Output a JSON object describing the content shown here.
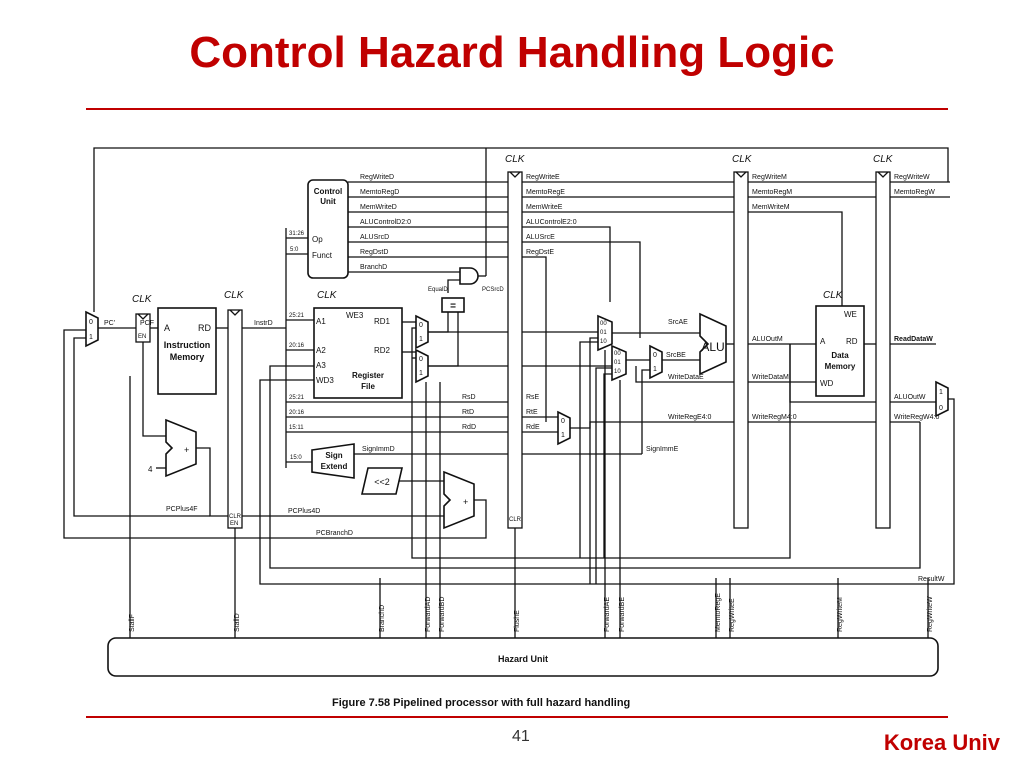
{
  "slide": {
    "title": "Control Hazard Handling Logic",
    "page_number": "41",
    "footer": "Korea Univ"
  },
  "figure": {
    "caption": "Figure 7.58 Pipelined processor with full hazard handling",
    "clk": "CLK",
    "blocks": {
      "control_unit": "Control Unit",
      "instr_mem_line1": "Instruction",
      "instr_mem_line2": "Memory",
      "reg_file_line1": "Register",
      "reg_file_line2": "File",
      "data_mem_line1": "Data",
      "data_mem_line2": "Memory",
      "sign_ext_line1": "Sign",
      "sign_ext_line2": "Extend",
      "alu": "ALU",
      "hazard_unit": "Hazard Unit",
      "shift": "<<2",
      "equal": "="
    },
    "ports": {
      "a": "A",
      "rd": "RD",
      "a1": "A1",
      "a2": "A2",
      "a3": "A3",
      "wd3": "WD3",
      "rd1": "RD1",
      "rd2": "RD2",
      "we3": "WE3",
      "we": "WE",
      "wd": "WD",
      "op": "Op",
      "funct": "Funct",
      "en": "EN",
      "clr": "CLR",
      "four": "4"
    },
    "control_d": [
      "RegWriteD",
      "MemtoRegD",
      "MemWriteD",
      "ALUControlD2:0",
      "ALUSrcD",
      "RegDstD",
      "BranchD"
    ],
    "control_e": [
      "RegWriteE",
      "MemtoRegE",
      "MemWriteE",
      "ALUControlE2:0",
      "ALUSrcE",
      "RegDstE"
    ],
    "control_m": [
      "RegWriteM",
      "MemtoRegM",
      "MemWriteM"
    ],
    "control_w": [
      "RegWriteW",
      "MemtoRegW"
    ],
    "signals": {
      "pc_prime": "PC'",
      "pcf": "PCF",
      "instrd": "InstrD",
      "equald": "EqualD",
      "pcsrcd": "PCSrcD",
      "pcplus4f": "PCPlus4F",
      "pcplus4d": "PCPlus4D",
      "pcbranchd": "PCBranchD",
      "rsd": "RsD",
      "rtd": "RtD",
      "rdd": "RdD",
      "rse": "RsE",
      "rte": "RtE",
      "rde": "RdE",
      "signimmd": "SignImmD",
      "signimme": "SignImmE",
      "srcae": "SrcAE",
      "srcbe": "SrcBE",
      "writedatae": "WriteDataE",
      "writerege": "WriteRegE4:0",
      "writeregm": "WriteRegM4:0",
      "writeregw": "WriteRegW4:0",
      "aluoutm": "ALUOutM",
      "writedatam": "WriteDataM",
      "readdataw": "ReadDataW",
      "aluoutw": "ALUOutW",
      "resultw": "ResultW"
    },
    "bits": {
      "b3126": "31:26",
      "b50": "5:0",
      "b2521": "25:21",
      "b2016": "20:16",
      "b1511": "15:11",
      "b150": "15:0"
    },
    "hazard_signals": [
      "StallF",
      "StallD",
      "BranchD",
      "ForwardAD",
      "ForwardBD",
      "FlushE",
      "ForwardAE",
      "ForwardBE",
      "MemtoRegE",
      "RegWriteE",
      "RegWriteM",
      "RegWriteW"
    ],
    "mux_labels": {
      "zero": "0",
      "one": "1",
      "m00": "00",
      "m01": "01",
      "m10": "10"
    }
  }
}
